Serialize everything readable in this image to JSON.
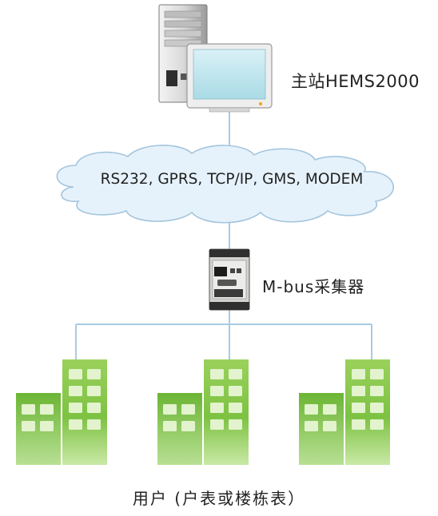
{
  "nodes": {
    "master_station": "主站HEMS2000",
    "network": "RS232, GPRS, TCP/IP, GMS, MODEM",
    "collector": "M-bus采集器",
    "users": "用户 (户表或楼栋表）"
  },
  "colors": {
    "link_line": "#a9cbe2",
    "cloud_fill": "#e6f2fb",
    "cloud_stroke": "#a3c5de",
    "building_green": "#7dc242",
    "building_dark": "#5ca82c",
    "window": "#e2f3ce"
  },
  "icons": [
    "desktop-computer-icon",
    "cloud-icon",
    "mbus-collector-icon",
    "building-icon"
  ]
}
